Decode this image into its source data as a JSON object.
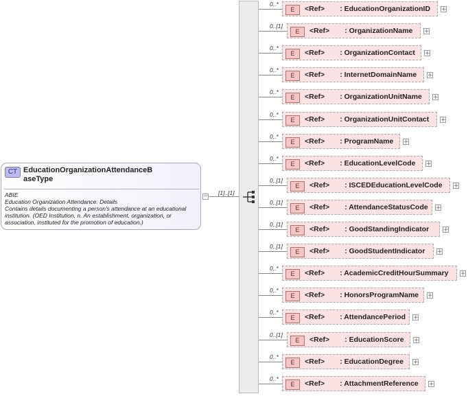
{
  "complex_type": {
    "badge": "CT",
    "name_line1": "EducationOrganizationAttendanceB",
    "name_line2": "aseType",
    "notes": [
      "ABIE",
      "Education Organization Attendance. Details",
      "Contains details documenting a person's attendance at an educational",
      "institution. (OED Institution, n. An establishment, organization, or",
      "association, instituted for the promotion of education.)"
    ],
    "collapse_symbol": "−"
  },
  "sequence": {
    "cardinality": "[1]..[1]"
  },
  "elements": [
    {
      "badge": "E",
      "ref": "<Ref>",
      "name": ": EducationOrganizationID",
      "card": "0..*"
    },
    {
      "badge": "E",
      "ref": "<Ref>",
      "name": ": OrganizationName",
      "card": "0..[1]"
    },
    {
      "badge": "E",
      "ref": "<Ref>",
      "name": ": OrganizationContact",
      "card": "0..*"
    },
    {
      "badge": "E",
      "ref": "<Ref>",
      "name": ": InternetDomainName",
      "card": "0..*"
    },
    {
      "badge": "E",
      "ref": "<Ref>",
      "name": ": OrganizationUnitName",
      "card": "0..*"
    },
    {
      "badge": "E",
      "ref": "<Ref>",
      "name": ": OrganizationUnitContact",
      "card": "0..*"
    },
    {
      "badge": "E",
      "ref": "<Ref>",
      "name": ": ProgramName",
      "card": "0..*"
    },
    {
      "badge": "E",
      "ref": "<Ref>",
      "name": ": EducationLevelCode",
      "card": "0..*"
    },
    {
      "badge": "E",
      "ref": "<Ref>",
      "name": ": ISCEDEducationLevelCode",
      "card": "0..[1]"
    },
    {
      "badge": "E",
      "ref": "<Ref>",
      "name": ": AttendanceStatusCode",
      "card": "0..[1]"
    },
    {
      "badge": "E",
      "ref": "<Ref>",
      "name": ": GoodStandingIndicator",
      "card": "0..[1]"
    },
    {
      "badge": "E",
      "ref": "<Ref>",
      "name": ": GoodStudentIndicator",
      "card": "0..[1]"
    },
    {
      "badge": "E",
      "ref": "<Ref>",
      "name": ": AcademicCreditHourSummary",
      "card": "0..*"
    },
    {
      "badge": "E",
      "ref": "<Ref>",
      "name": ": HonorsProgramName",
      "card": "0..*"
    },
    {
      "badge": "E",
      "ref": "<Ref>",
      "name": ": AttendancePeriod",
      "card": "0..*"
    },
    {
      "badge": "E",
      "ref": "<Ref>",
      "name": ": EducationScore",
      "card": "0..[1]"
    },
    {
      "badge": "E",
      "ref": "<Ref>",
      "name": ": EducationDegree",
      "card": "0..*"
    },
    {
      "badge": "E",
      "ref": "<Ref>",
      "name": ": AttachmentReference",
      "card": "0..*"
    }
  ],
  "expand_symbol": "+"
}
